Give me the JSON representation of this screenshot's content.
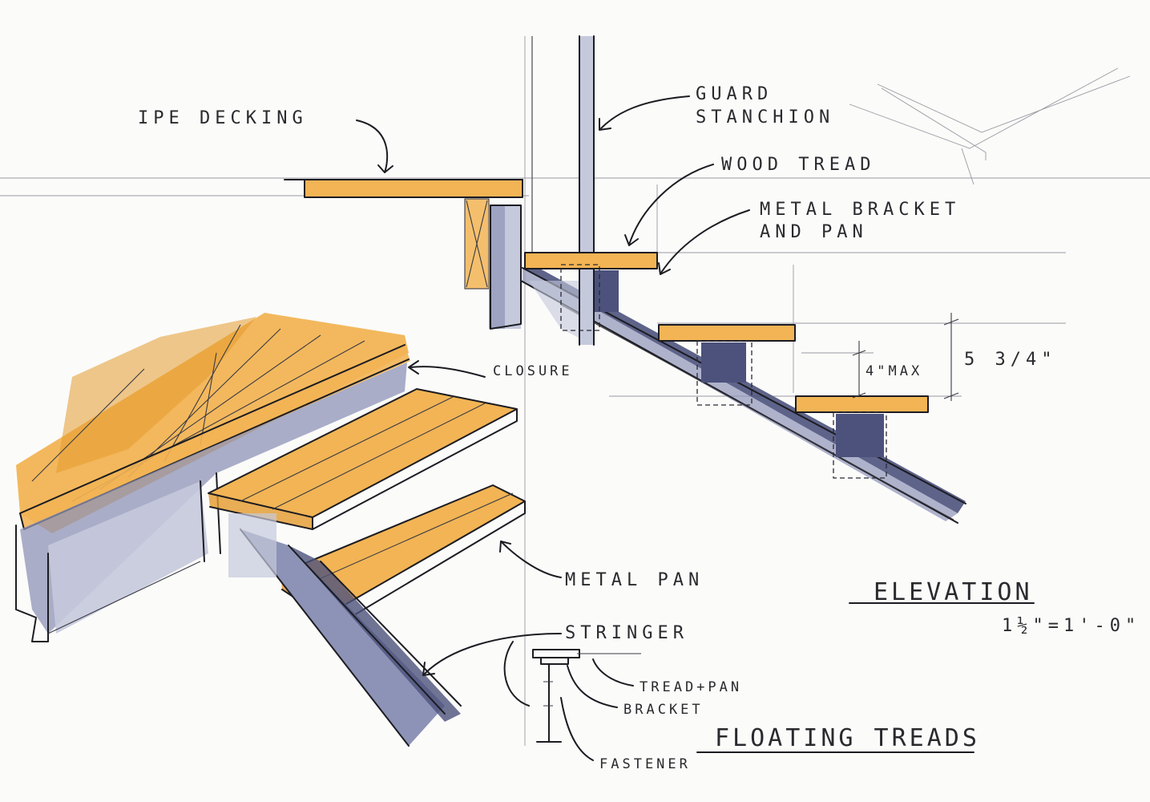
{
  "labels": {
    "ipe_decking": "IPE DECKING",
    "guard_stanchion_1": "GUARD",
    "guard_stanchion_2": "STANCHION",
    "wood_tread": "WOOD TREAD",
    "metal_bracket_1": "METAL BRACKET",
    "metal_bracket_2": "AND PAN",
    "closure": "CLOSURE",
    "metal_pan": "METAL PAN",
    "stringer": "STRINGER",
    "tread_pan": "TREAD+PAN",
    "bracket": "BRACKET",
    "fastener": "FASTENER"
  },
  "dimensions": {
    "riser_gap": "4\"MAX",
    "riser_height": "5 3/4\""
  },
  "titles": {
    "elevation": "ELEVATION",
    "scale": "1½\"=1'-0\"",
    "floating_treads": "FLOATING TREADS"
  },
  "colors": {
    "wood": "#f2b454",
    "steel": "#8d93b6",
    "ink": "#1c1c22"
  }
}
